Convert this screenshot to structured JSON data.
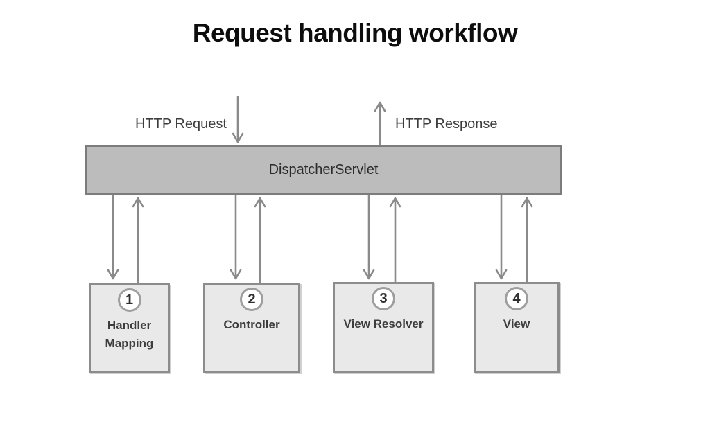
{
  "title": "Request handling workflow",
  "diagram": {
    "request_label": "HTTP Request",
    "response_label": "HTTP Response",
    "servlet_label": "DispatcherServlet",
    "nodes": [
      {
        "number": "1",
        "label": "Handler Mapping"
      },
      {
        "number": "2",
        "label": "Controller"
      },
      {
        "number": "3",
        "label": "View Resolver"
      },
      {
        "number": "4",
        "label": "View"
      }
    ],
    "colors": {
      "arrow": "#8a8a8a",
      "bar_fill": "#bcbcbc",
      "bar_border": "#7c7c7c",
      "box_fill": "#e9e9e9",
      "box_border": "#8c8c8c",
      "circle_border": "#9e9e9e",
      "text": "#3d3d3d",
      "title": "#0d0d0d"
    }
  }
}
